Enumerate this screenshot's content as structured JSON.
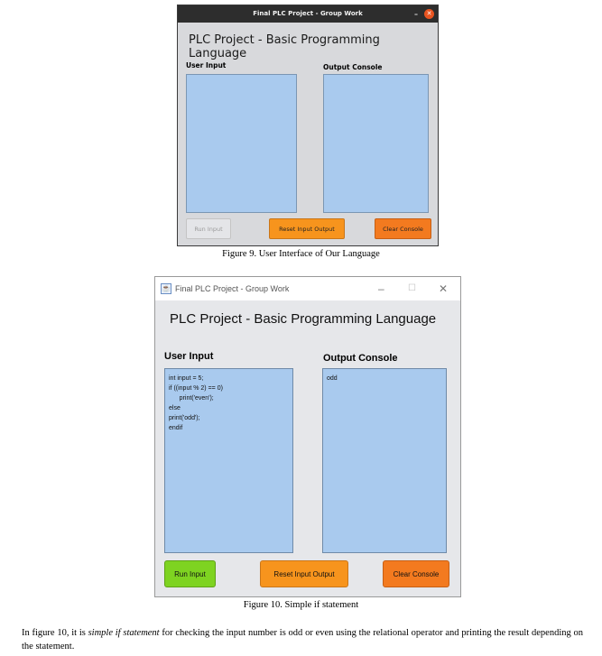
{
  "figure9": {
    "window_title": "Final PLC Project  - Group Work",
    "min_glyph": "–",
    "close_glyph": "✕",
    "heading": "PLC Project - Basic Programming Language",
    "user_input_label": "User Input",
    "output_console_label": "Output Console",
    "buttons": {
      "run": "Run Input",
      "reset": "Reset Input Output",
      "clear": "Clear Console"
    },
    "caption": "Figure 9. User Interface of Our Language"
  },
  "figure10": {
    "window_title": "Final PLC Project  - Group Work",
    "heading": "PLC Project - Basic Programming Language",
    "user_input_label": "User Input",
    "output_console_label": "Output Console",
    "input_code": "int input = 5;\nif ((input % 2) == 0)\n      print('even');\nelse\nprint('odd');\nendif",
    "output_text": "odd",
    "controls": {
      "minimize": "–",
      "maximize": "☐",
      "close": "✕"
    },
    "buttons": {
      "run": "Run Input",
      "reset": "Reset Input Output",
      "clear": "Clear Console"
    },
    "caption": "Figure 10. Simple if statement"
  },
  "paragraph": {
    "before": "In figure 10, it is ",
    "emphasis": "simple if statement",
    "after": " for checking the input number is odd or even using the relational operator and printing the result depending on the statement."
  },
  "colors": {
    "text_area": "#a9caee",
    "run_button": "#7ed321",
    "reset_button": "#f7941d",
    "clear_button": "#f37a1f"
  }
}
